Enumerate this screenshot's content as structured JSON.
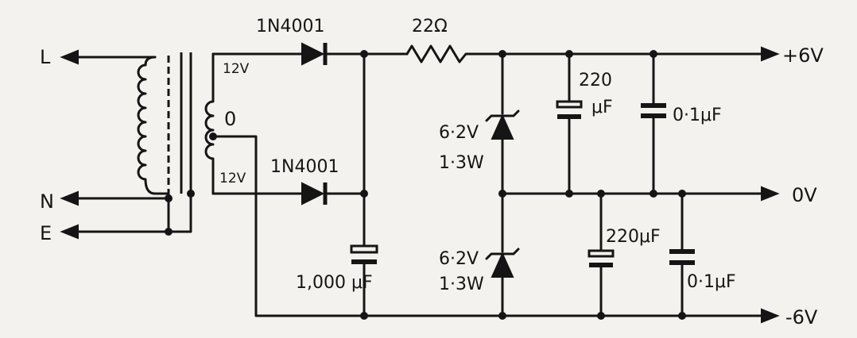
{
  "diagram": {
    "terminals": {
      "live": "L",
      "neutral": "N",
      "earth": "E",
      "pos_out": "+6V",
      "zero_out": "0V",
      "neg_out": "-6V"
    },
    "transformer": {
      "upper_winding": "12V",
      "center_tap": "0",
      "lower_winding": "12V"
    },
    "components": {
      "diode_top": "1N4001",
      "diode_bottom": "1N4001",
      "resistor": "22Ω",
      "main_cap": "1,000 μF",
      "zener_top_voltage": "6·2V",
      "zener_top_power": "1·3W",
      "zener_bottom_voltage": "6·2V",
      "zener_bottom_power": "1·3W",
      "cap_top_electrolytic_line1": "220",
      "cap_top_electrolytic_line2": "μF",
      "cap_top_ceramic": "0·1μF",
      "cap_bottom_electrolytic": "220μF",
      "cap_bottom_ceramic": "0·1μF"
    }
  }
}
